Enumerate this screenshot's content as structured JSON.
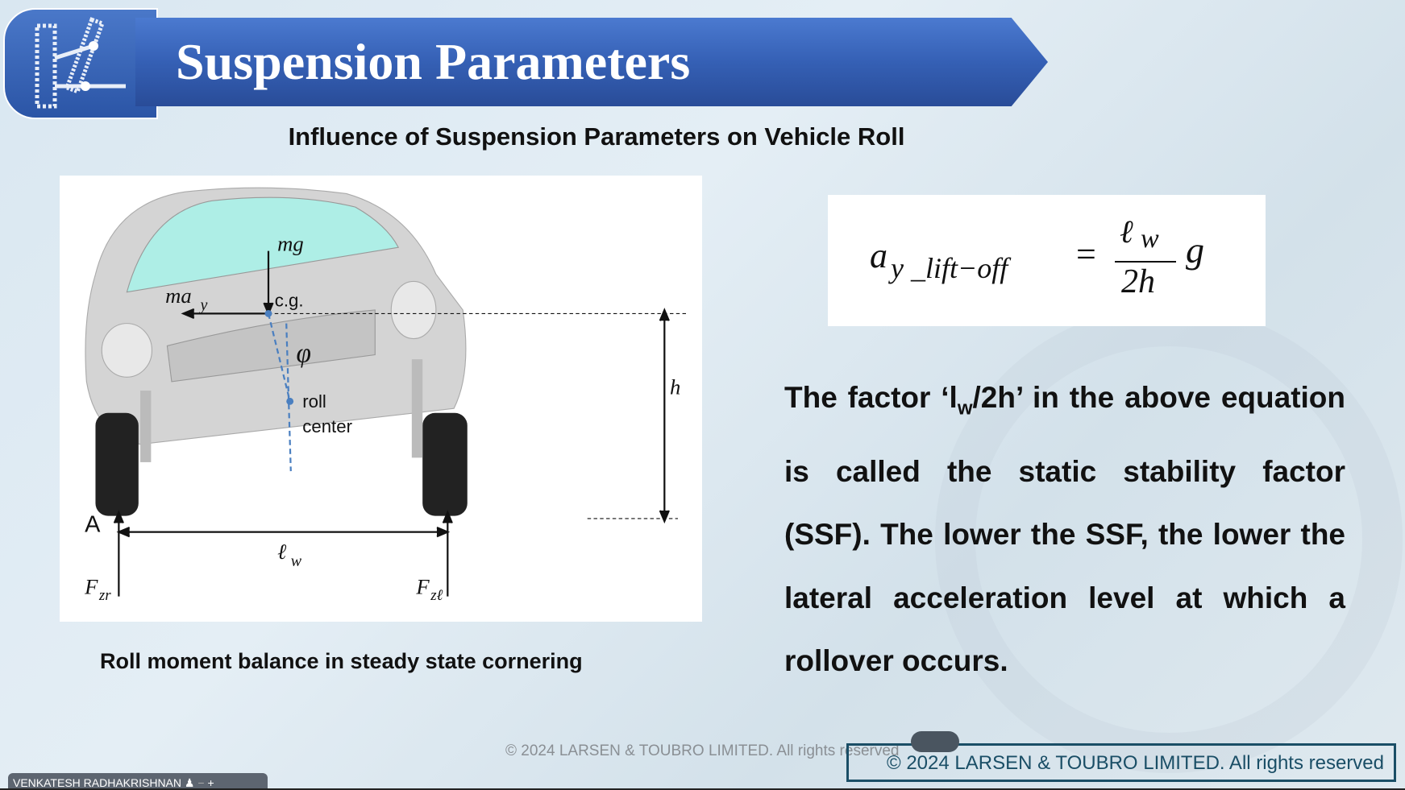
{
  "header": {
    "title": "Suspension Parameters",
    "logo_icon": "suspension-logo-icon"
  },
  "subtitle": "Influence of Suspension Parameters on Vehicle Roll",
  "diagram": {
    "labels": {
      "mg": "mg",
      "ma": "ma",
      "y": "y",
      "cg": "c.g.",
      "phi": "φ",
      "roll": "roll",
      "center": "center",
      "h": "h",
      "A": "A",
      "lw": "ℓ",
      "w": "w",
      "fzr": "F",
      "zr": "zr",
      "fzl": "F",
      "zl": "zℓ"
    }
  },
  "equation": {
    "lhs": "a",
    "lhs_sub": "y _lift−off",
    "eq": "=",
    "num": "ℓ",
    "num_sub": "w",
    "den": "2h",
    "g": "g"
  },
  "paragraph": {
    "line1a": "The factor ‘l",
    "line1sub": "w",
    "line1b": "/2h’  in the above equation is called the static stability factor (SSF). The lower the SSF, the lower the lateral acceleration level at which a rollover occurs."
  },
  "caption": "Roll moment balance in steady state cornering",
  "footer": {
    "watermark": "© 2024 LARSEN & TOUBRO LIMITED. All rights reserved",
    "copyright": "© 2024 LARSEN & TOUBRO LIMITED. All rights reserved"
  },
  "presenter": {
    "name": "VENKATESH RADHAKRISHNAN",
    "plus": "+",
    "minus": "−"
  }
}
